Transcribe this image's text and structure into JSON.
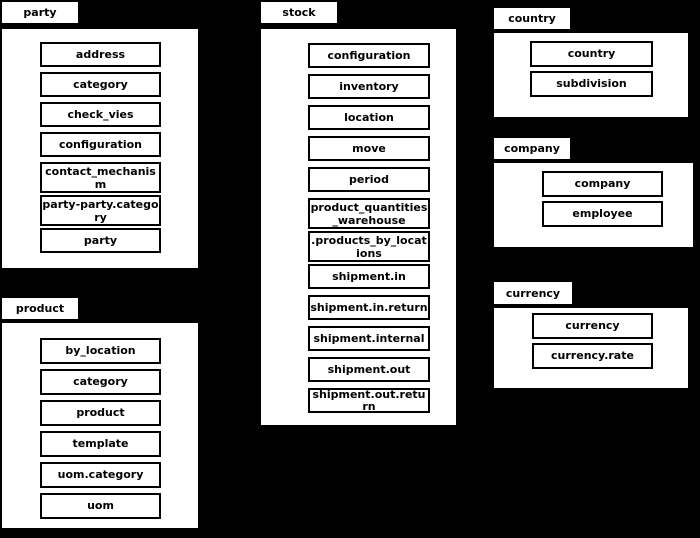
{
  "diagram": {
    "background_color": "#000000",
    "panel_color": "#ffffff",
    "border_color": "#000000",
    "groups": [
      {
        "id": "party",
        "title": "party",
        "items": [
          {
            "label": "address",
            "two_line": false
          },
          {
            "label": "category",
            "two_line": false
          },
          {
            "label": "check_vies",
            "two_line": false
          },
          {
            "label": "configuration",
            "two_line": false
          },
          {
            "label": "contact_mechanism",
            "two_line": true
          },
          {
            "label": "party-party.category",
            "two_line": true
          },
          {
            "label": "party",
            "two_line": false
          }
        ]
      },
      {
        "id": "product",
        "title": "product",
        "items": [
          {
            "label": "by_location",
            "two_line": false
          },
          {
            "label": "category",
            "two_line": false
          },
          {
            "label": "product",
            "two_line": false
          },
          {
            "label": "template",
            "two_line": false
          },
          {
            "label": "uom.category",
            "two_line": false
          },
          {
            "label": "uom",
            "two_line": false
          }
        ]
      },
      {
        "id": "stock",
        "title": "stock",
        "items": [
          {
            "label": "configuration",
            "two_line": false
          },
          {
            "label": "inventory",
            "two_line": false
          },
          {
            "label": "location",
            "two_line": false
          },
          {
            "label": "move",
            "two_line": false
          },
          {
            "label": "period",
            "two_line": false
          },
          {
            "label": "product_quantities_warehouse",
            "two_line": true
          },
          {
            "label": ".products_by_locations",
            "two_line": true
          },
          {
            "label": "shipment.in",
            "two_line": false
          },
          {
            "label": "shipment.in.return",
            "two_line": false
          },
          {
            "label": "shipment.internal",
            "two_line": false
          },
          {
            "label": "shipment.out",
            "two_line": false
          },
          {
            "label": "shipment.out.return",
            "two_line": false
          }
        ]
      },
      {
        "id": "country",
        "title": "country",
        "items": [
          {
            "label": "country",
            "two_line": false
          },
          {
            "label": "subdivision",
            "two_line": false
          }
        ]
      },
      {
        "id": "company",
        "title": "company",
        "items": [
          {
            "label": "company",
            "two_line": false
          },
          {
            "label": "employee",
            "two_line": false
          }
        ]
      },
      {
        "id": "currency",
        "title": "currency",
        "items": [
          {
            "label": "currency",
            "two_line": false
          },
          {
            "label": "currency.rate",
            "two_line": false
          }
        ]
      }
    ]
  }
}
